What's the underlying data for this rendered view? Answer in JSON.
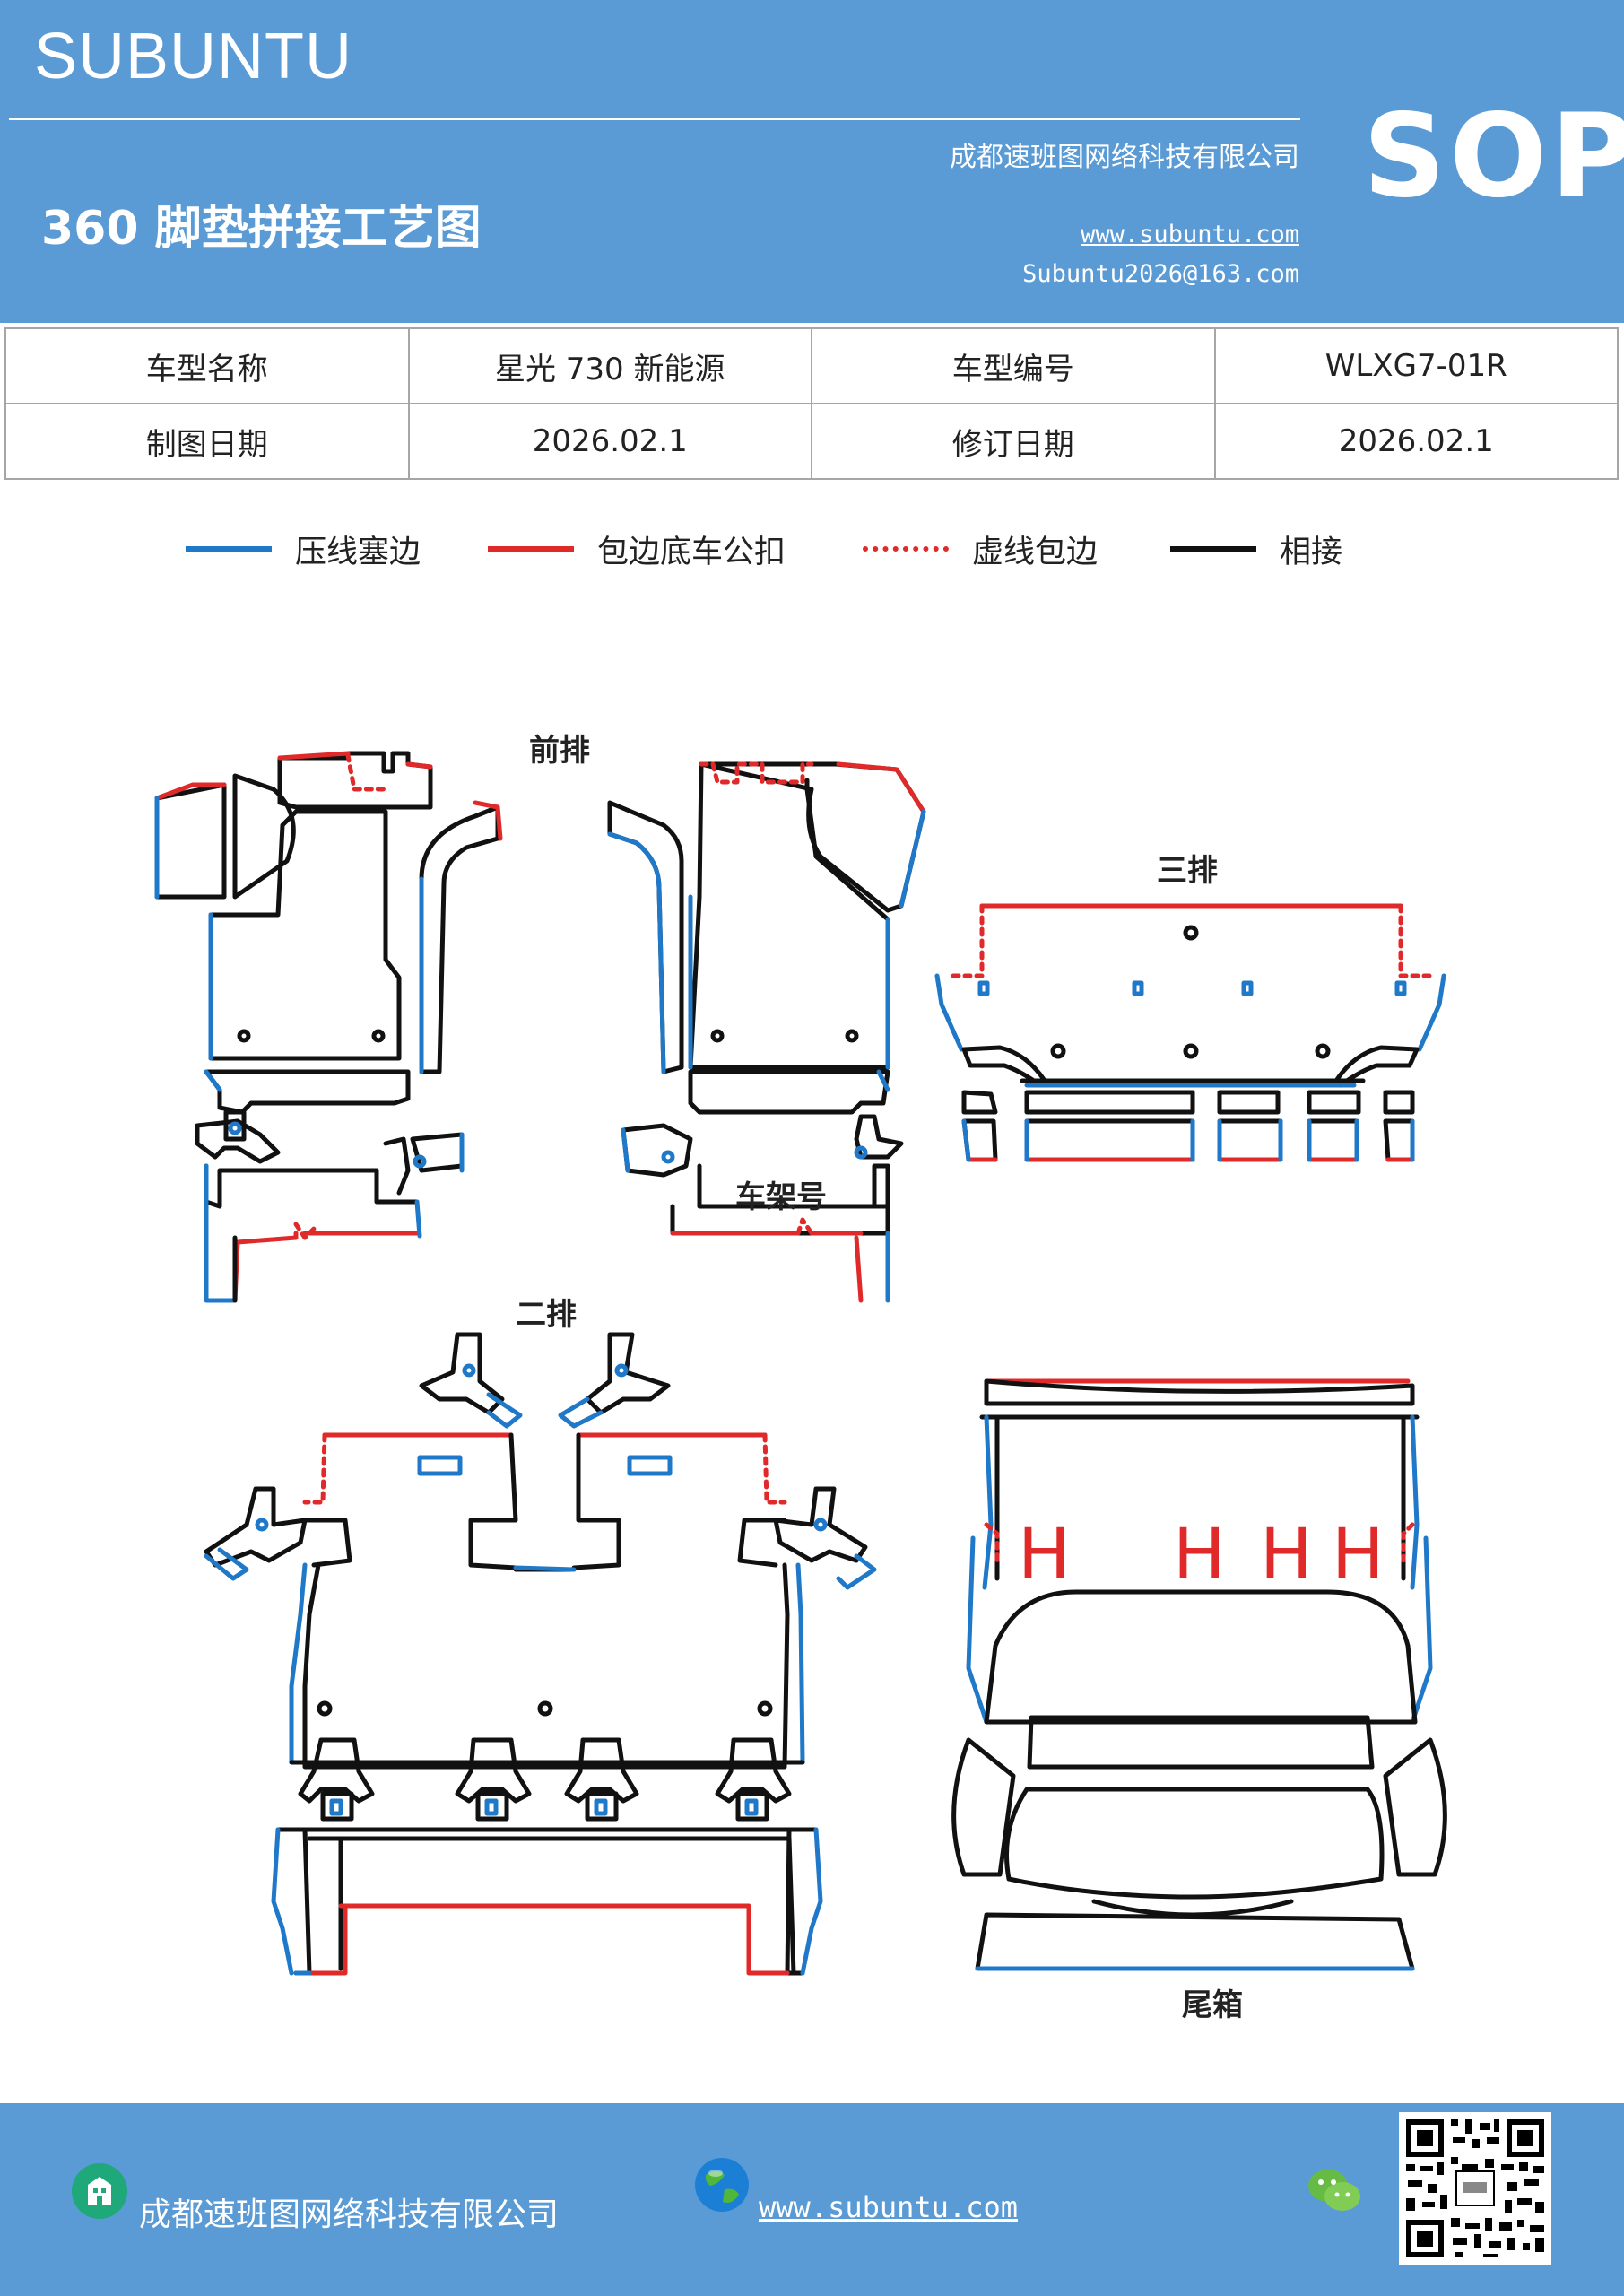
{
  "header": {
    "brand": "SUBUNTU",
    "company": "成都速班图网络科技有限公司",
    "title": "360 脚垫拼接工艺图",
    "website": "www.subuntu.com",
    "email": "Subuntu2026@163.com",
    "badge": "SOP"
  },
  "info_table": {
    "rows": [
      [
        "车型名称",
        "星光 730 新能源",
        "车型编号",
        "WLXG7-01R"
      ],
      [
        "制图日期",
        "2026.02.1",
        "修订日期",
        "2026.02.1"
      ]
    ]
  },
  "legend": [
    {
      "label": "压线塞边",
      "color": "#1f78c8",
      "style": "solid"
    },
    {
      "label": "包边底车公扣",
      "color": "#e02a2a",
      "style": "solid"
    },
    {
      "label": "虚线包边",
      "color": "#e02a2a",
      "style": "dotted"
    },
    {
      "label": "相接",
      "color": "#111111",
      "style": "solid"
    }
  ],
  "labels": {
    "front": "前排",
    "third": "三排",
    "vin": "车架号",
    "second": "二排",
    "trunk": "尾箱"
  },
  "footer": {
    "company": "成都速班图网络科技有限公司",
    "website": "www.subuntu.com",
    "building_icon": "building-icon",
    "globe_icon": "globe-icon",
    "wechat_icon": "wechat-icon",
    "qr": "qr-code"
  }
}
